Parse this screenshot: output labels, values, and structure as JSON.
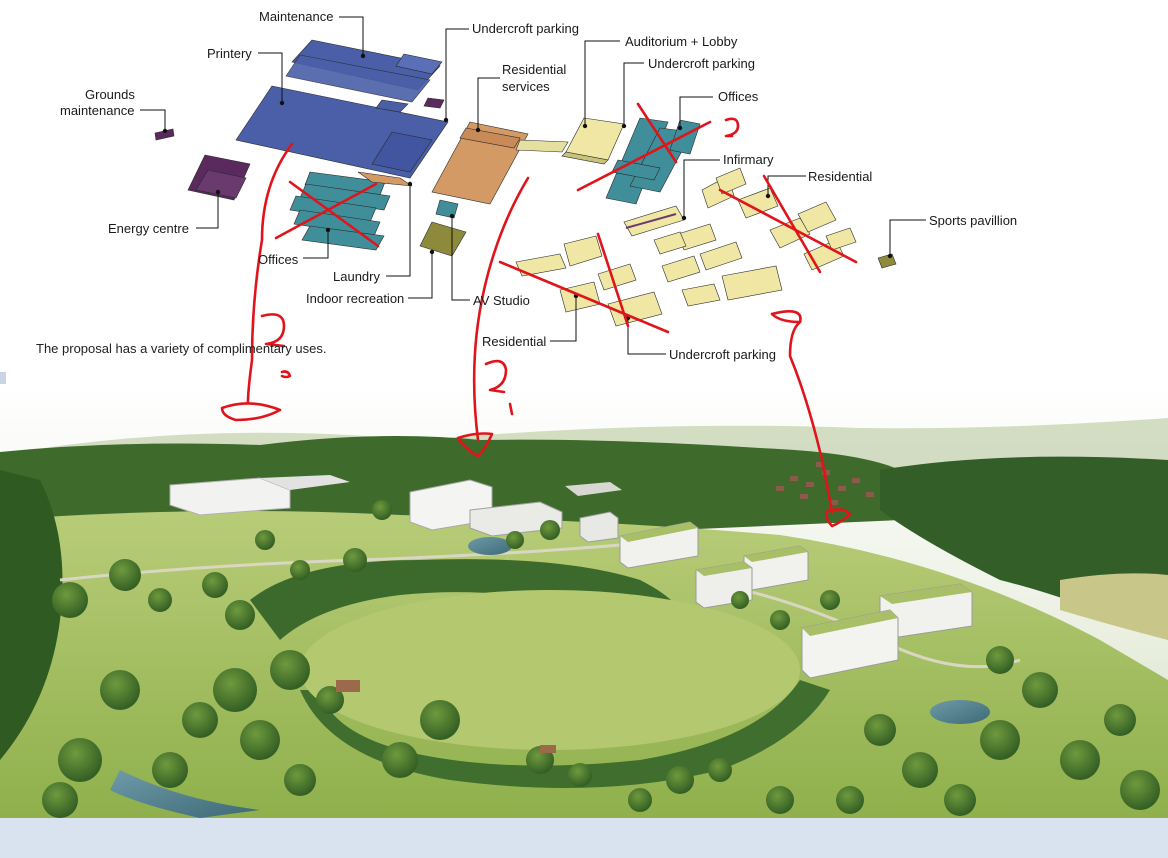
{
  "caption": "The proposal has a variety of complimentary uses.",
  "labels": {
    "maintenance": "Maintenance",
    "undercroft_parking_top": "Undercroft parking",
    "auditorium_lobby": "Auditorium + Lobby",
    "printery": "Printery",
    "residential_services_1": "Residential",
    "residential_services_2": "services",
    "undercroft_parking_mid": "Undercroft parking",
    "offices_right": "Offices",
    "grounds_maintenance_1": "Grounds",
    "grounds_maintenance_2": "maintenance",
    "infirmary": "Infirmary",
    "residential_right": "Residential",
    "energy_centre": "Energy centre",
    "sports_pavilion": "Sports pavillion",
    "offices_left": "Offices",
    "laundry": "Laundry",
    "indoor_recreation": "Indoor recreation",
    "av_studio": "AV Studio",
    "residential_bottom": "Residential",
    "undercroft_parking_bottom": "Undercroft parking"
  },
  "colors": {
    "blue_building": "#4a5fa8",
    "teal_building": "#3f8e9a",
    "orange_building": "#d49a66",
    "yellow_building": "#efe7a3",
    "olive_building": "#8e8a3c",
    "purple_building": "#5a2a5f",
    "annotation_red": "#e0141b",
    "sky": "#eef2e4",
    "field": "#9fbd5a",
    "forest": "#3b6a2e",
    "footer": "#d9e2ef"
  }
}
